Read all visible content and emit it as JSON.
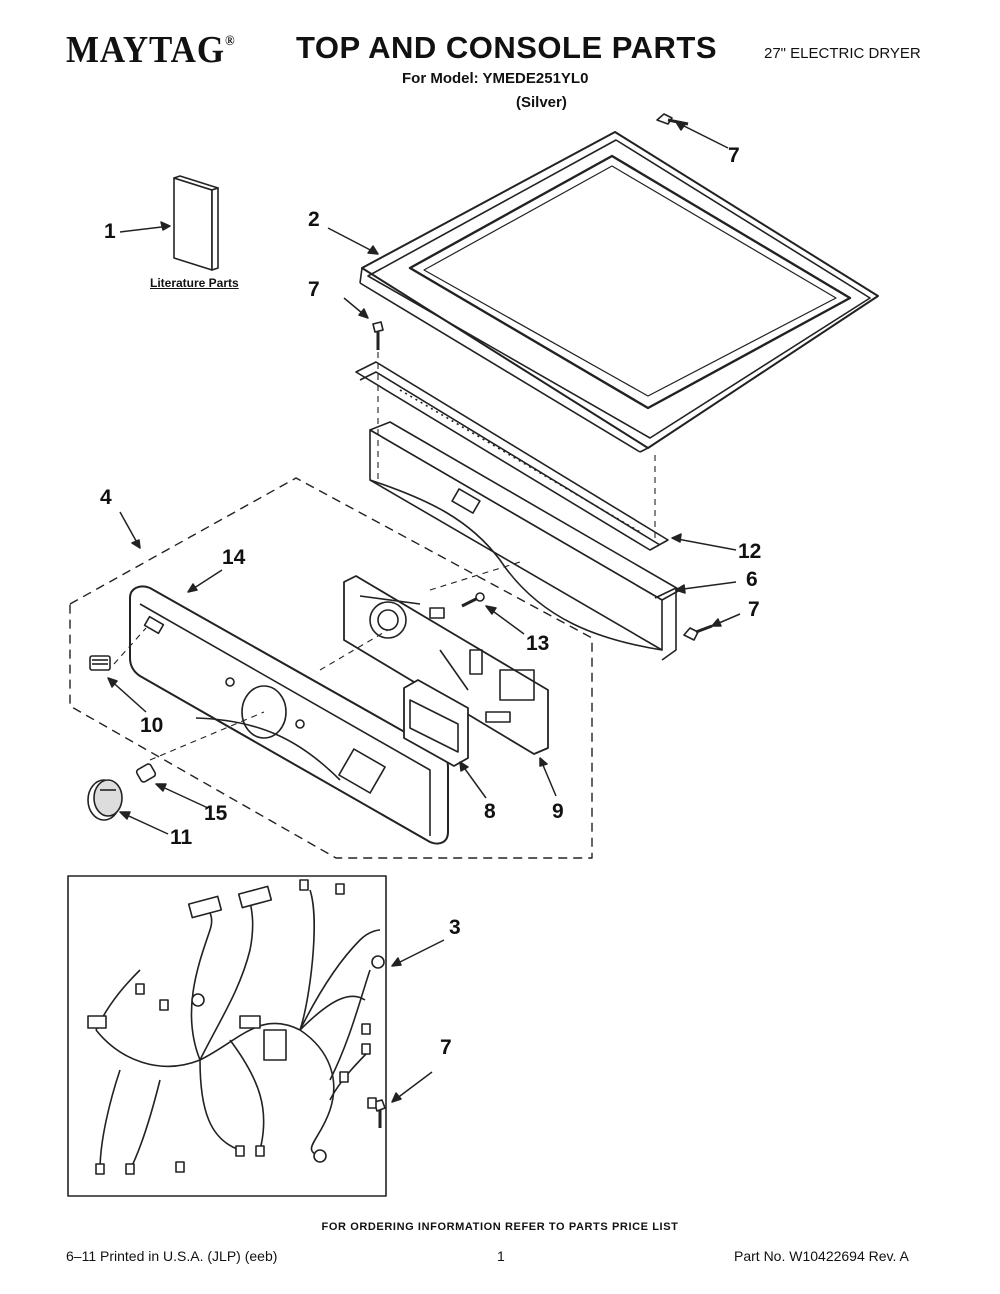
{
  "header": {
    "brand": "MAYTAG",
    "brand_mark": "®",
    "title": "TOP AND CONSOLE PARTS",
    "model": "For Model: YMEDE251YL0",
    "color": "(Silver)",
    "product": "27\" ELECTRIC DRYER"
  },
  "diagram": {
    "literature_label": "Literature Parts",
    "callouts": [
      "1",
      "2",
      "3",
      "4",
      "6",
      "7",
      "7",
      "7",
      "7",
      "8",
      "9",
      "10",
      "11",
      "12",
      "13",
      "14",
      "15"
    ]
  },
  "footer": {
    "ordering_note": "FOR ORDERING INFORMATION REFER TO PARTS PRICE LIST",
    "printed": "6–11 Printed in U.S.A. (JLP) (eeb)",
    "page": "1",
    "part_no": "Part No. W10422694 Rev. A"
  }
}
